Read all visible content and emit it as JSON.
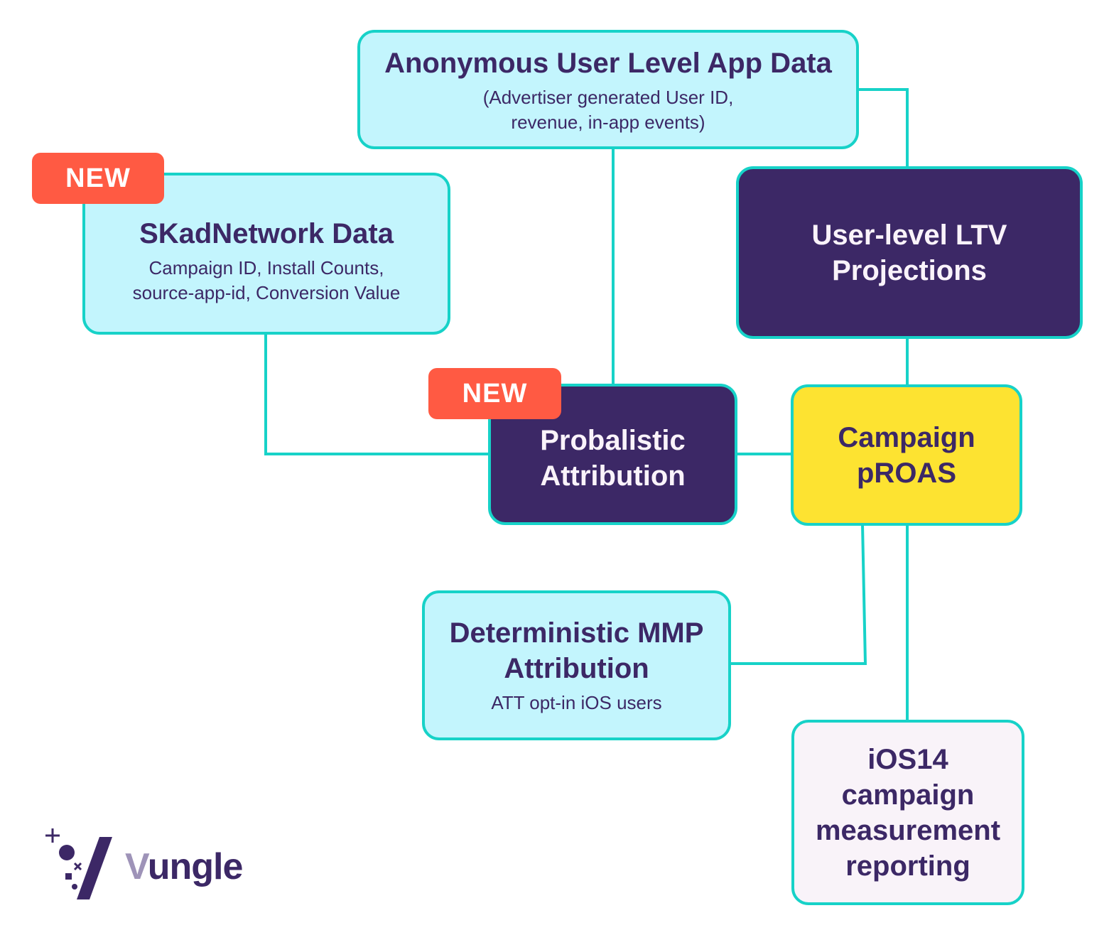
{
  "colors": {
    "connector": "#17d2c8",
    "light_box": "#c3f5fd",
    "dark_box": "#3c2866",
    "yellow_box": "#fde331",
    "pale_box": "#f9f3f9",
    "badge": "#ff5a43",
    "text_dark": "#3c2866",
    "text_light": "#faf3fa"
  },
  "nodes": {
    "anonymous_data": {
      "title": "Anonymous User Level App Data",
      "subtitle_line1": "(Advertiser generated User ID,",
      "subtitle_line2": "revenue, in-app events)"
    },
    "skadnetwork": {
      "badge": "NEW",
      "title": "SKadNetwork Data",
      "subtitle_line1": "Campaign ID, Install Counts,",
      "subtitle_line2": "source-app-id, Conversion Value"
    },
    "ltv": {
      "title_line1": "User-level LTV",
      "title_line2": "Projections"
    },
    "probabilistic": {
      "badge": "NEW",
      "title_line1": "Probalistic",
      "title_line2": "Attribution"
    },
    "proas": {
      "title_line1": "Campaign",
      "title_line2": "pROAS"
    },
    "deterministic": {
      "title_line1": "Deterministic MMP",
      "title_line2": "Attribution",
      "subtitle": "ATT opt-in iOS users"
    },
    "ios14": {
      "title_line1": "iOS14",
      "title_line2": "campaign",
      "title_line3": "measurement",
      "title_line4": "reporting"
    }
  },
  "edges": [
    {
      "from": "anonymous_data",
      "to": "ltv"
    },
    {
      "from": "anonymous_data",
      "to": "probabilistic"
    },
    {
      "from": "skadnetwork",
      "to": "probabilistic"
    },
    {
      "from": "ltv",
      "to": "proas"
    },
    {
      "from": "probabilistic",
      "to": "proas"
    },
    {
      "from": "deterministic",
      "to": "proas"
    },
    {
      "from": "proas",
      "to": "ios14"
    }
  ],
  "logo": {
    "brand_first": "V",
    "brand_rest": "ungle"
  }
}
